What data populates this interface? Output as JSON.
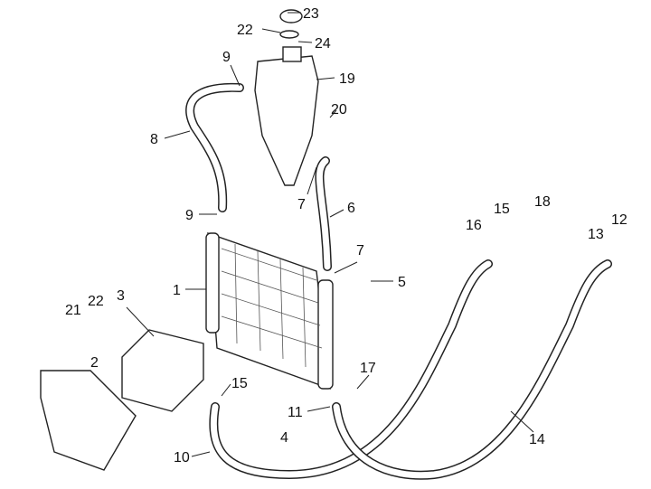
{
  "labels": [
    {
      "text": "23"
    },
    {
      "text": "22"
    },
    {
      "text": "24"
    },
    {
      "text": "9"
    },
    {
      "text": "19"
    },
    {
      "text": "20"
    },
    {
      "text": "8"
    },
    {
      "text": "7"
    },
    {
      "text": "6"
    },
    {
      "text": "9"
    },
    {
      "text": "16"
    },
    {
      "text": "15"
    },
    {
      "text": "18"
    },
    {
      "text": "13"
    },
    {
      "text": "12"
    },
    {
      "text": "7"
    },
    {
      "text": "5"
    },
    {
      "text": "1"
    },
    {
      "text": "3"
    },
    {
      "text": "21"
    },
    {
      "text": "22"
    },
    {
      "text": "2"
    },
    {
      "text": "17"
    },
    {
      "text": "15"
    },
    {
      "text": "11"
    },
    {
      "text": "4"
    },
    {
      "text": "10"
    },
    {
      "text": "14"
    }
  ]
}
